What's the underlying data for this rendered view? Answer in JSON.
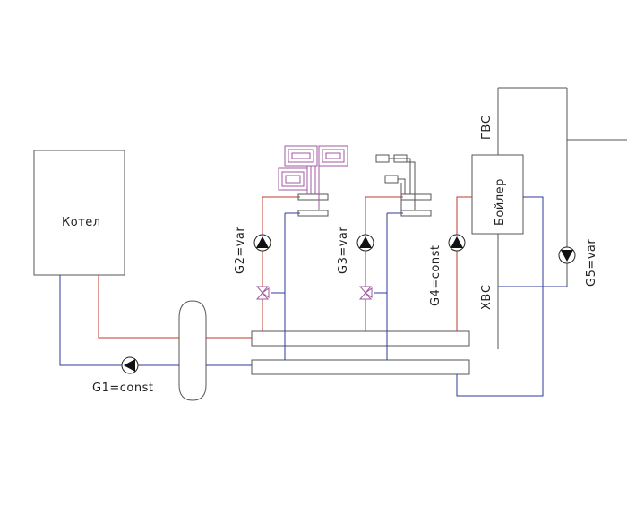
{
  "labels": {
    "boiler_main": "Котел",
    "storage": "Бойлер",
    "hot_water": "ГВС",
    "cold_water": "ХВС",
    "g1": "G1=const",
    "g2": "G2=var",
    "g3": "G3=var",
    "g4": "G4=const",
    "g5": "G5=var"
  },
  "colors": {
    "supply": "#c0392b",
    "return": "#2c3a9c",
    "outline": "#555555",
    "floor_coil": "#a05aa0"
  }
}
